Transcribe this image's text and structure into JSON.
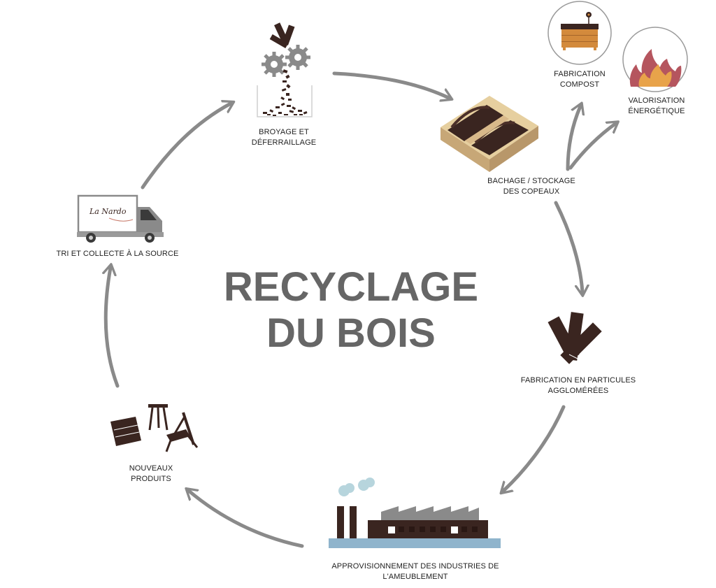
{
  "title": {
    "line1": "RECYCLAGE",
    "line2": "DU BOIS"
  },
  "truck_logo": "La Nardo",
  "steps": [
    {
      "id": "broyage",
      "line1": "BROYAGE ET",
      "line2": "DÉFERRAILLAGE",
      "icon": "crusher-gears-icon"
    },
    {
      "id": "bachage",
      "line1": "BACHAGE / STOCKAGE",
      "line2": "DES COPEAUX",
      "icon": "chip-storage-bins-icon"
    },
    {
      "id": "particules",
      "line1": "FABRICATION EN PARTICULES",
      "line2": "AGGLOMÉRÉES",
      "icon": "wood-planks-icon"
    },
    {
      "id": "approvisionnement",
      "line1": "APPROVISIONNEMENT DES INDUSTRIES DE",
      "line2": "L'AMEUBLEMENT",
      "icon": "factory-icon"
    },
    {
      "id": "nouveaux",
      "line1": "NOUVEAUX",
      "line2": "PRODUITS",
      "icon": "furniture-icon"
    },
    {
      "id": "tri",
      "line1": "TRI ET COLLECTE À LA SOURCE",
      "line2": "",
      "icon": "truck-icon"
    }
  ],
  "branches": [
    {
      "id": "compost",
      "line1": "FABRICATION",
      "line2": "COMPOST",
      "icon": "compost-box-icon"
    },
    {
      "id": "valorisation",
      "line1": "VALORISATION",
      "line2": "ÉNERGÉTIQUE",
      "icon": "flame-icon"
    }
  ],
  "colors": {
    "arrow": "#8a8a8a",
    "title": "#666666",
    "wood_dark": "#3a2520",
    "wood_light": "#d9b98a",
    "compost_wood": "#d38a3c",
    "flame_outer": "#b5555e",
    "flame_inner": "#e8a34a",
    "smoke": "#b7d5dd",
    "water": "#8fb4cc"
  }
}
